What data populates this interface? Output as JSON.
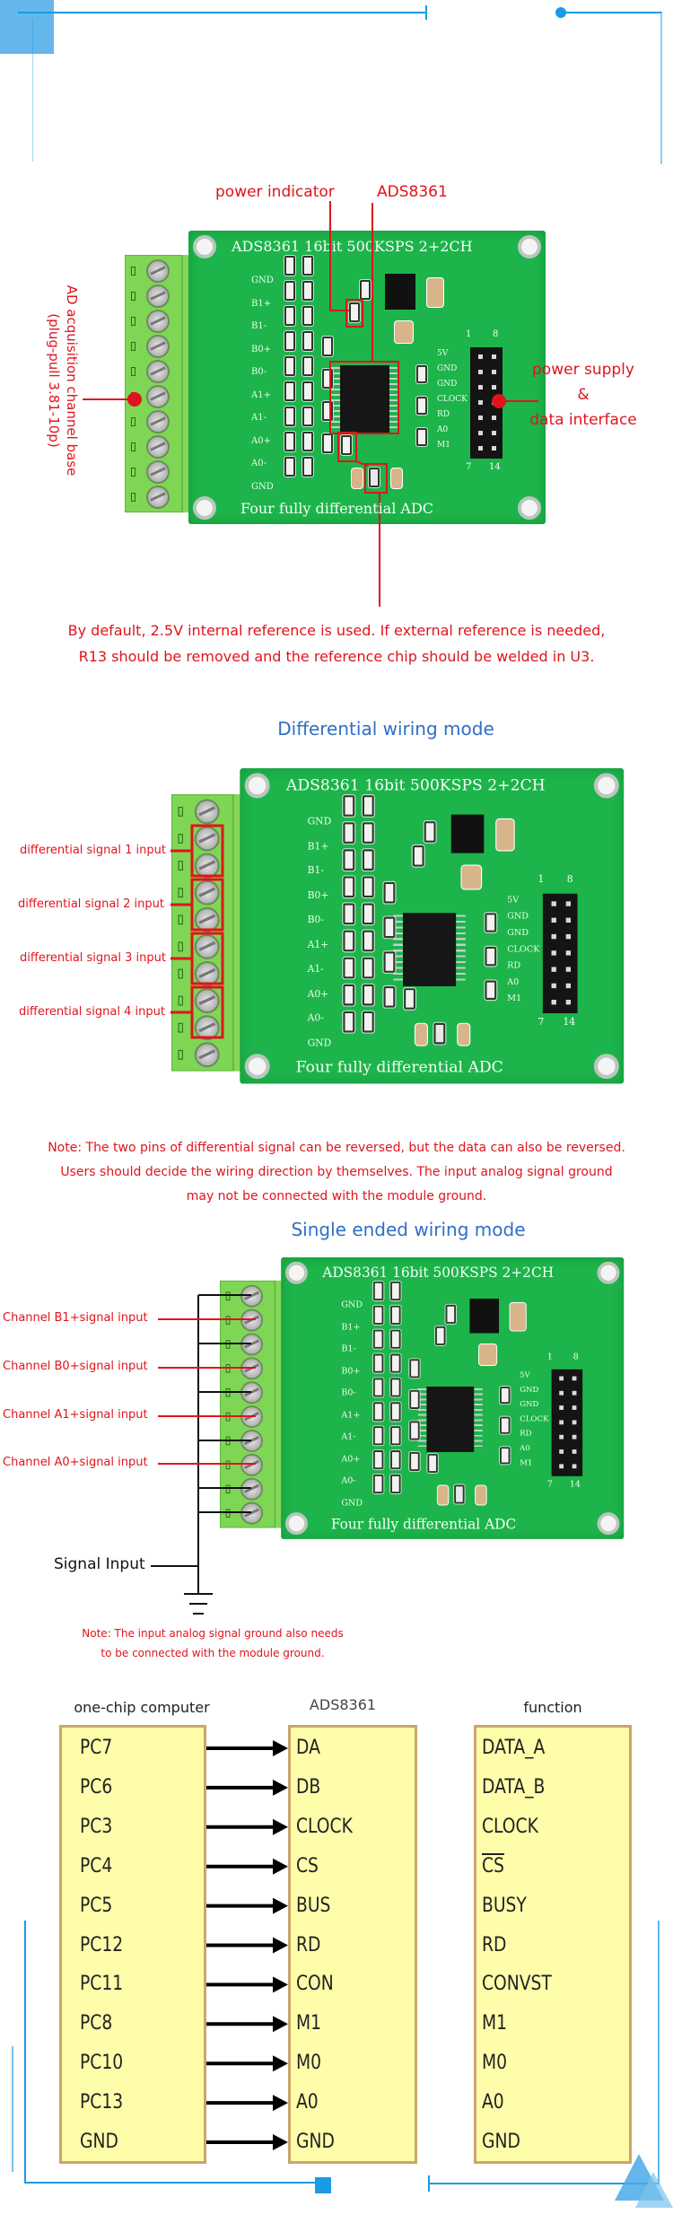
{
  "board": {
    "title": "ADS8361 16bit 500KSPS 2+2CH",
    "footer": "Four fully differential ADC",
    "terminal_labels": [
      "GND",
      "B1+",
      "B1-",
      "B0+",
      "B0-",
      "A1+",
      "A1-",
      "A0+",
      "A0-",
      "GND"
    ],
    "header_labels": [
      "5V",
      "GND",
      "GND",
      "CLOCK",
      "RD",
      "A0",
      "M1"
    ],
    "header_numbers": {
      "top_left": "1",
      "top_right": "8",
      "bottom_left": "7",
      "bottom_right": "14"
    }
  },
  "overview": {
    "power_indicator": "power indicator",
    "chip": "ADS8361",
    "terminal_base": "AD acquisition channel base",
    "terminal_base_sub": "(plug-pull 3.81-10p)",
    "power_supply": "power supply",
    "amp": "&",
    "data_interface": "data interface",
    "note_line1": "By default, 2.5V internal reference is used. If external reference is needed,",
    "note_line2": "R13 should be removed and the reference chip should be welded in U3."
  },
  "differential": {
    "title": "Differential wiring mode",
    "labels": [
      "differential signal 1 input",
      "differential signal 2 input",
      "differential signal 3 input",
      "differential signal 4 input"
    ],
    "note": [
      "Note: The two pins of differential signal can be reversed, but the data can also be reversed.",
      "Users should decide the wiring direction by themselves. The input analog signal ground",
      "may not be connected with the module ground."
    ]
  },
  "single": {
    "title": "Single ended wiring mode",
    "labels": [
      "Channel B1+signal input",
      "Channel B0+signal input",
      "Channel A1+signal input",
      "Channel A0+signal input"
    ],
    "signal_input": "Signal Input",
    "note": [
      "Note: The input analog signal ground also needs",
      "to be connected with the module ground."
    ]
  },
  "pinmap": {
    "headers": {
      "mcu": "one-chip computer",
      "chip": "ADS8361",
      "function": "function"
    },
    "mcu": [
      "PC7",
      "PC6",
      "PC3",
      "PC4",
      "PC5",
      "PC12",
      "PC11",
      "PC8",
      "PC10",
      "PC13",
      "GND"
    ],
    "chip": [
      "DA",
      "DB",
      "CLOCK",
      "CS",
      "BUS",
      "RD",
      "CON",
      "M1",
      "M0",
      "A0",
      "GND"
    ],
    "function": [
      "DATA_A",
      "DATA_B",
      "CLOCK",
      "CS",
      "BUSY",
      "RD",
      "CONVST",
      "M1",
      "M0",
      "A0",
      "GND"
    ],
    "overlined_function_index": 3
  },
  "colors": {
    "annotation_red": "#e0141c",
    "title_blue": "#2f6fc4",
    "pcb_green": "#1db44b",
    "table_fill": "#fffdaa",
    "table_border": "#c9a66b",
    "frame_blue": "#1a9be8"
  }
}
